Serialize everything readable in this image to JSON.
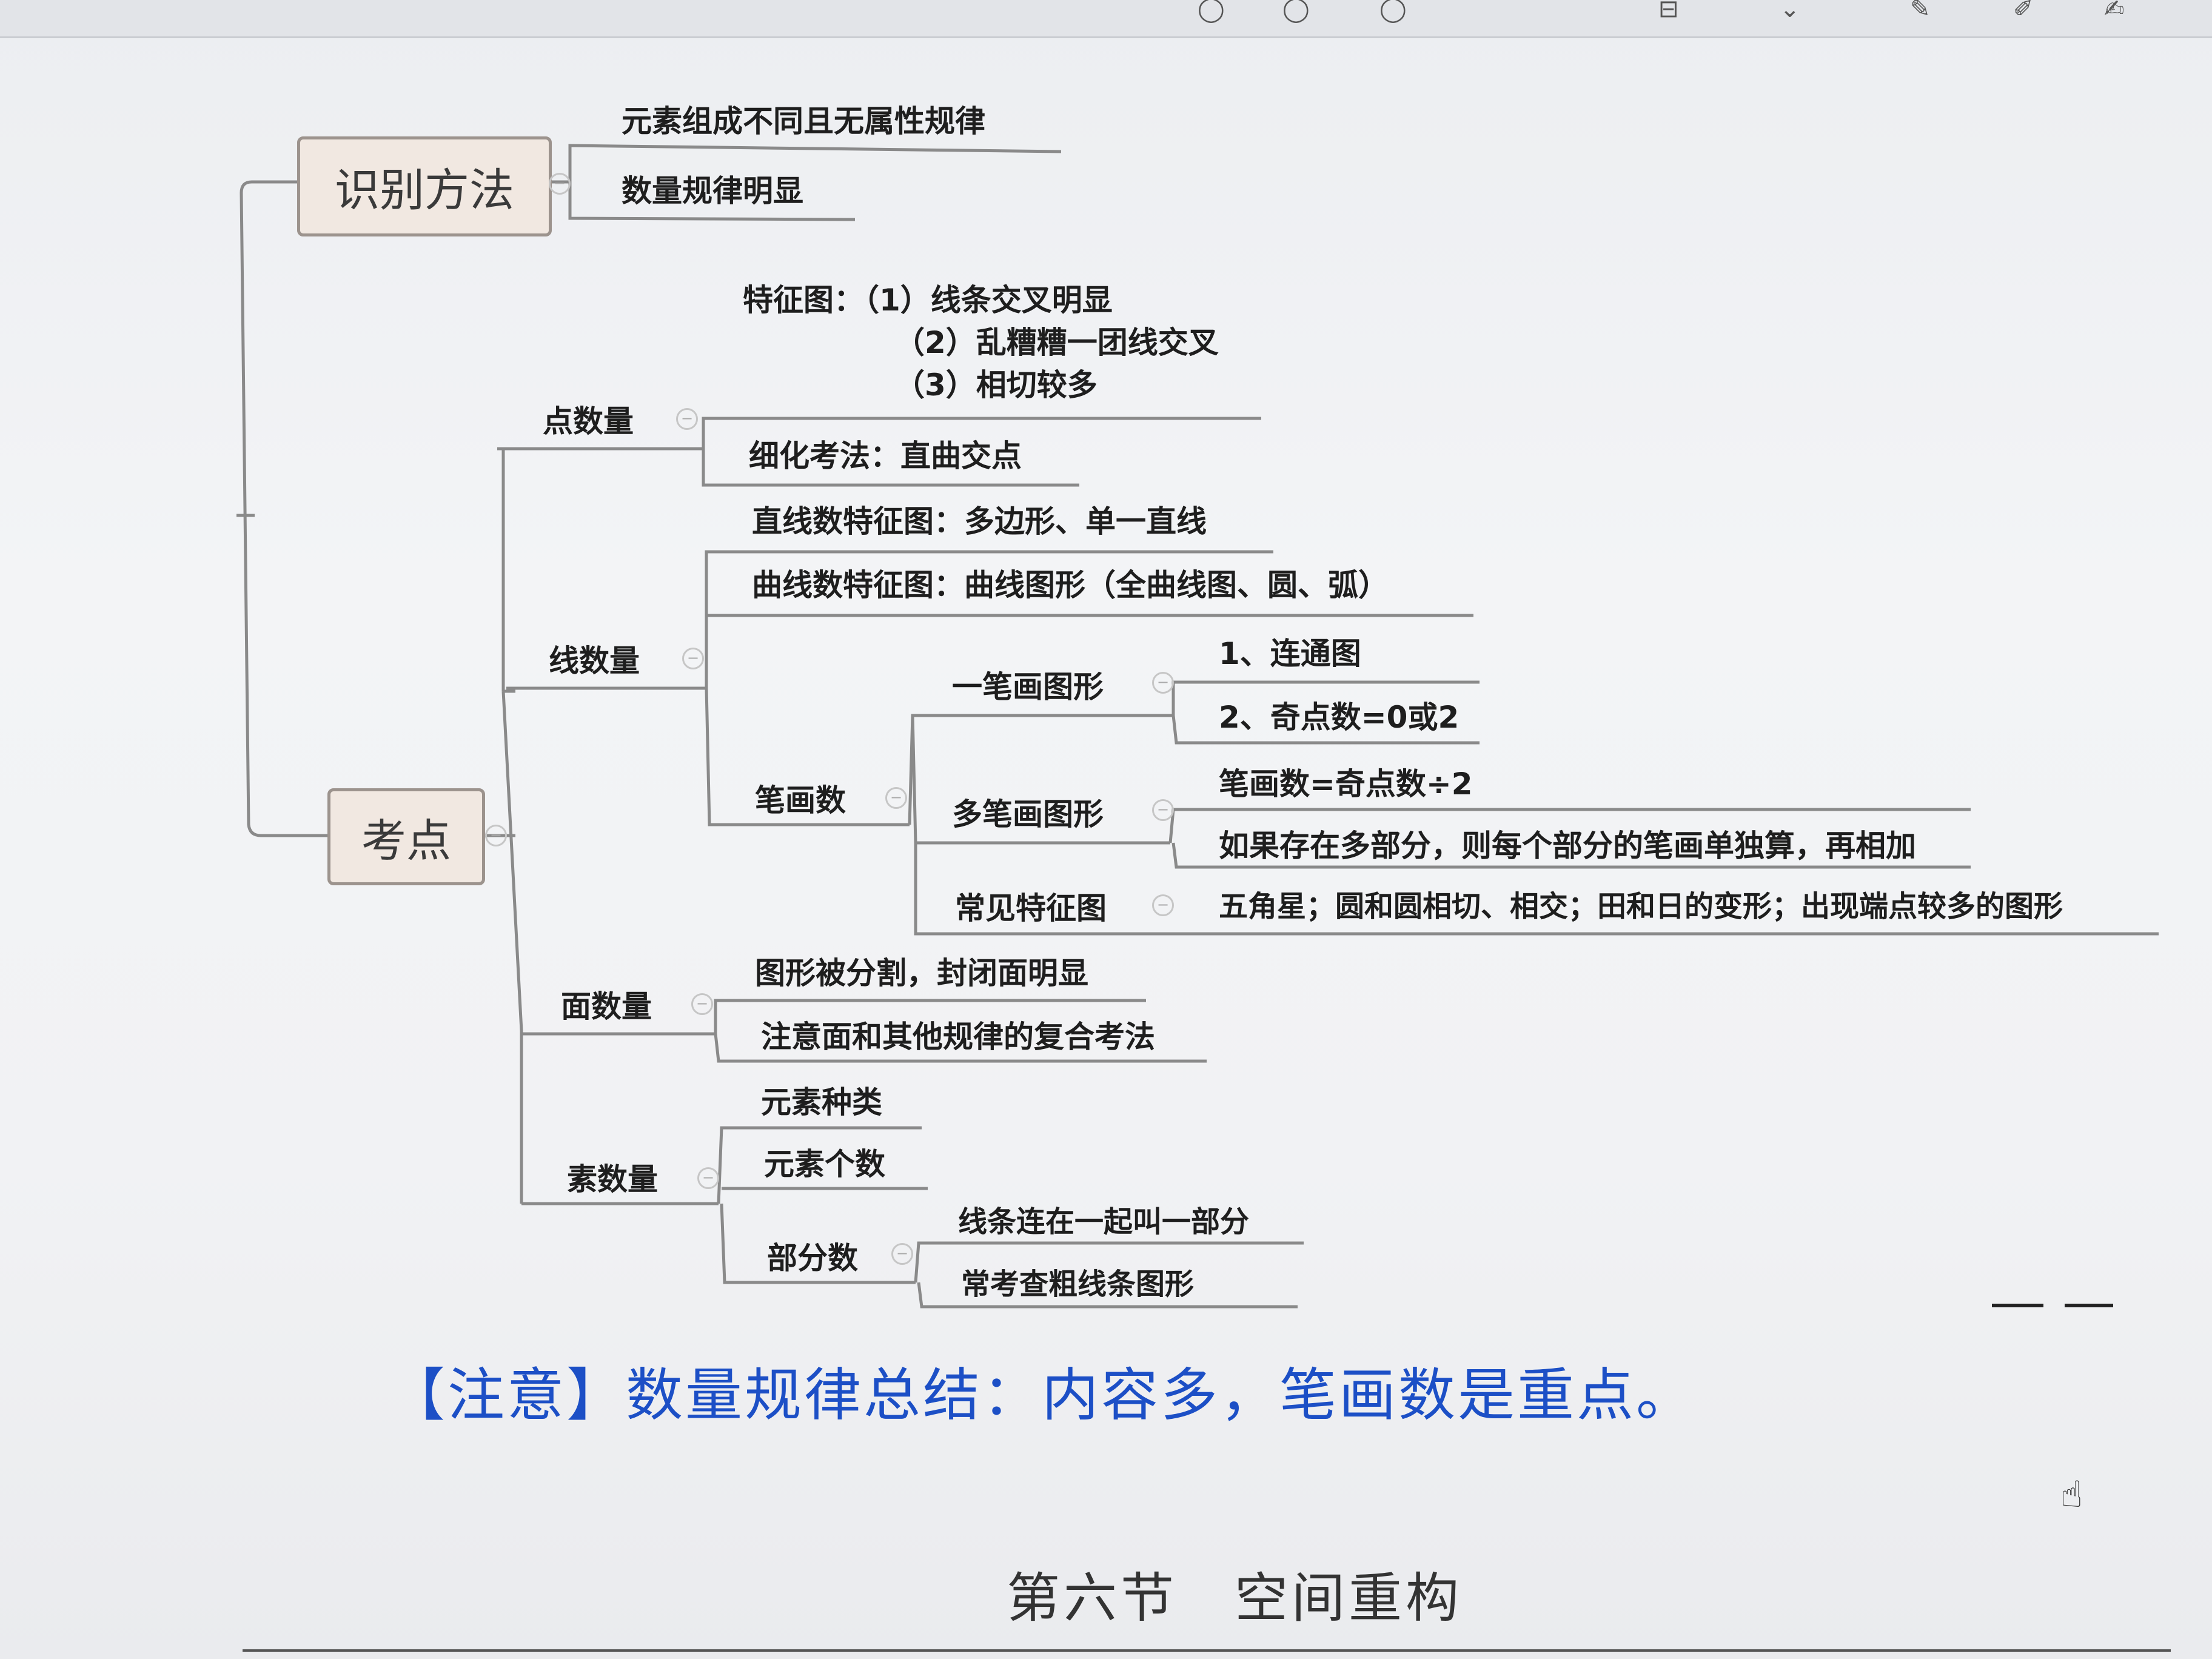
{
  "mindmap": {
    "root1": {
      "label": "识别方法",
      "children": [
        "元素组成不同且无属性规律",
        "数量规律明显"
      ]
    },
    "root2": {
      "label": "考点",
      "point": {
        "label": "点数量",
        "feature_head": "特征图：（1）线条交叉明显",
        "feature_2": "（2）乱糟糟一团线交叉",
        "feature_3": "（3）相切较多",
        "detail": "细化考法：直曲交点"
      },
      "line": {
        "label": "线数量",
        "straight": "直线数特征图：多边形、单一直线",
        "curve": "曲线数特征图：曲线图形（全曲线图、圆、弧）",
        "strokes": {
          "label": "笔画数",
          "one_stroke": {
            "label": "一笔画图形",
            "items": [
              "1、连通图",
              "2、奇点数=0或2"
            ]
          },
          "multi_stroke": {
            "label": "多笔画图形",
            "items": [
              "笔画数=奇点数÷2",
              "如果存在多部分，则每个部分的笔画单独算，再相加"
            ]
          },
          "common": {
            "label": "常见特征图",
            "item": "五角星；圆和圆相切、相交；田和日的变形；出现端点较多的图形"
          }
        }
      },
      "face": {
        "label": "面数量",
        "items": [
          "图形被分割，封闭面明显",
          "注意面和其他规律的复合考法"
        ]
      },
      "element": {
        "label": "素数量",
        "items": [
          "元素种类",
          "元素个数"
        ],
        "parts": {
          "label": "部分数",
          "items": [
            "线条连在一起叫一部分",
            "常考查粗线条图形"
          ]
        }
      }
    }
  },
  "note": "【注意】数量规律总结：内容多，笔画数是重点。",
  "section_title": "第六节　空间重构",
  "colors": {
    "note": "#1c4fc6",
    "root_bg": "#f1e8e1",
    "line": "#8a8a8a"
  }
}
